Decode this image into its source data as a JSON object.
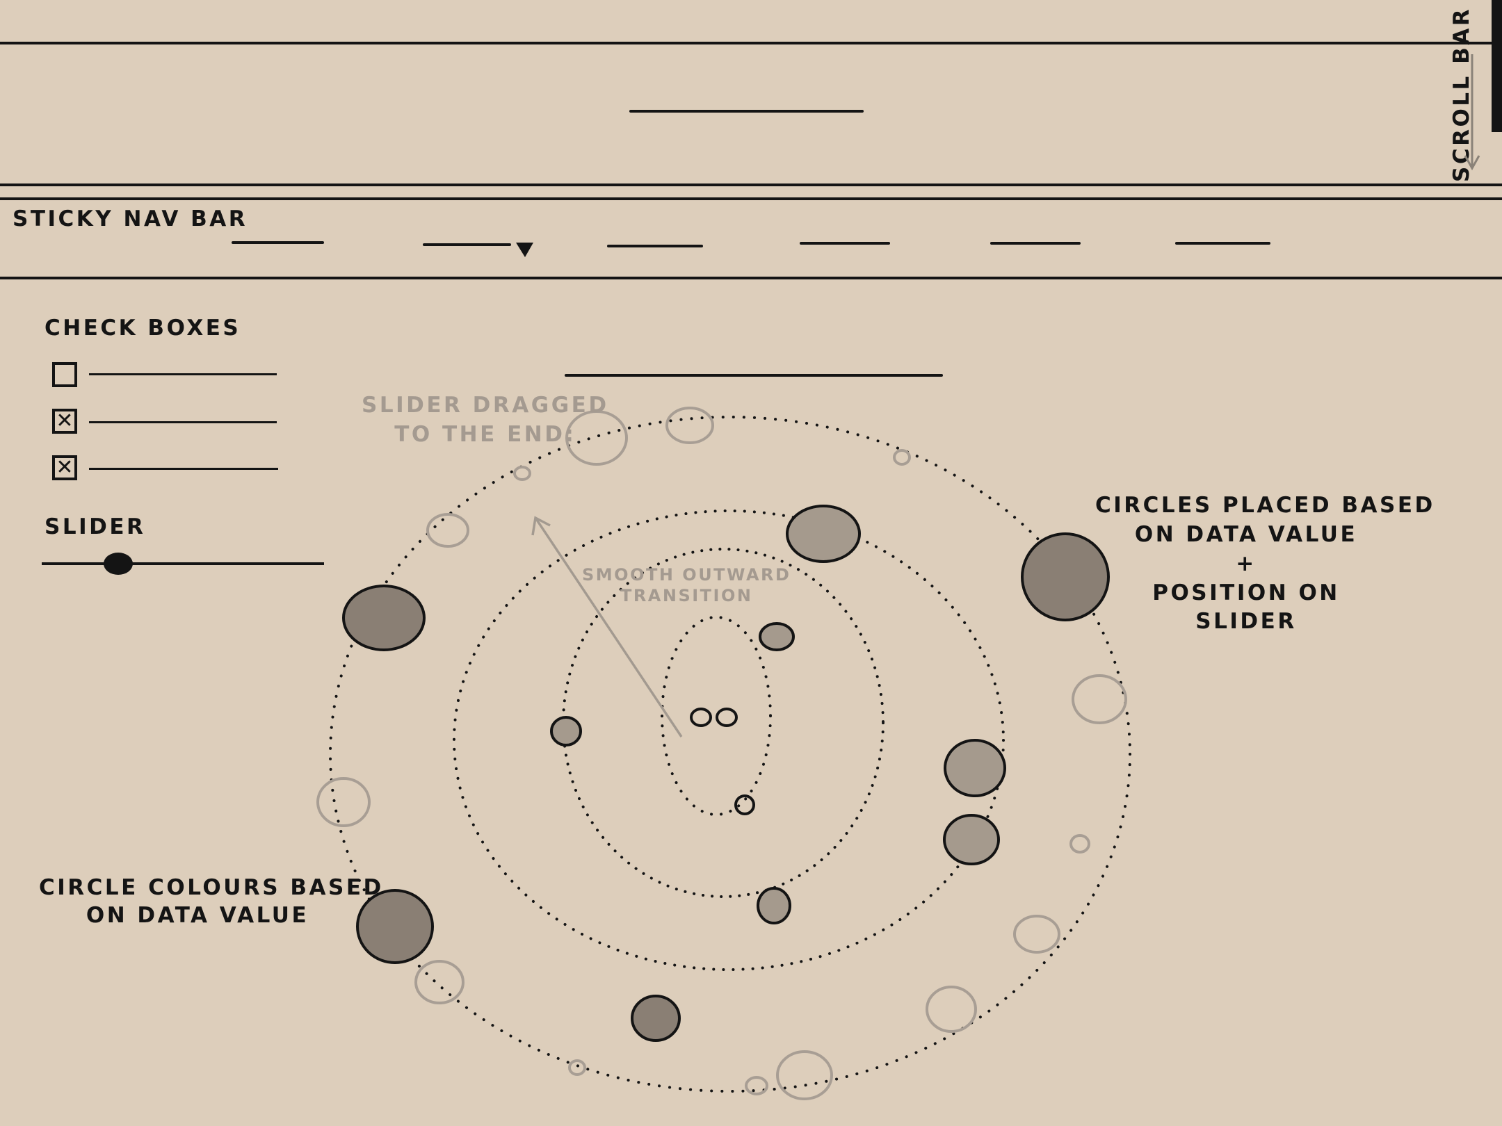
{
  "header": {
    "scroll_bar_label": "SCROLL BAR"
  },
  "nav": {
    "label": "STICKY NAV BAR",
    "items": [
      "",
      "",
      "",
      "",
      "",
      ""
    ],
    "dropdown_item_index": 1,
    "dropdown_icon": "triangle-down-icon"
  },
  "sidebar": {
    "checkboxes_title": "CHECK BOXES",
    "checkboxes": [
      {
        "checked": false,
        "label": ""
      },
      {
        "checked": true,
        "label": ""
      },
      {
        "checked": true,
        "label": ""
      }
    ],
    "check_mark_glyph": "✕",
    "slider_title": "SLIDER",
    "slider_value": 0.27
  },
  "annotations": {
    "slider_dragged": "SLIDER DRAGGED\nTO THE END:",
    "smooth_transition": "SMOOTH OUTWARD\nTRANSITION",
    "circles_placed_line1": "CIRCLES PLACED BASED",
    "circles_placed_line2": "ON DATA VALUE",
    "circles_placed_plus": "+",
    "circles_placed_line3": "POSITION ON",
    "circles_placed_line4": "SLIDER",
    "circle_colours_line1": "CIRCLE COLOURS BASED",
    "circle_colours_line2": "ON DATA VALUE"
  },
  "colors": {
    "background": "#ddcebb",
    "ink": "#141414",
    "circle_dark": "#8a7f74",
    "circle_mid": "#a59a8d",
    "faint": "#a0958a"
  }
}
